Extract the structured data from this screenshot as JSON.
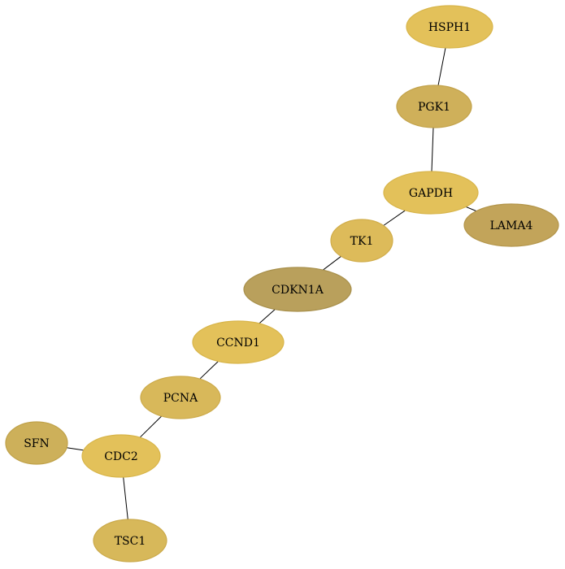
{
  "nodes": [
    {
      "id": "HSPH1",
      "label": "HSPH1",
      "fill": "#e3c15a",
      "stroke": "#d8b54a"
    },
    {
      "id": "PGK1",
      "label": "PGK1",
      "fill": "#cfb05a",
      "stroke": "#c2a24a"
    },
    {
      "id": "GAPDH",
      "label": "GAPDH",
      "fill": "#e3c15a",
      "stroke": "#d8b54a"
    },
    {
      "id": "LAMA4",
      "label": "LAMA4",
      "fill": "#c2a45a",
      "stroke": "#b3954a"
    },
    {
      "id": "TK1",
      "label": "TK1",
      "fill": "#ddbb5a",
      "stroke": "#d1ad4a"
    },
    {
      "id": "CDKN1A",
      "label": "CDKN1A",
      "fill": "#b9a05c",
      "stroke": "#a8904c"
    },
    {
      "id": "CCND1",
      "label": "CCND1",
      "fill": "#e3c15a",
      "stroke": "#d8b54a"
    },
    {
      "id": "PCNA",
      "label": "PCNA",
      "fill": "#d8b85a",
      "stroke": "#ccaa4a"
    },
    {
      "id": "SFN",
      "label": "SFN",
      "fill": "#cdb05a",
      "stroke": "#c0a24a"
    },
    {
      "id": "CDC2",
      "label": "CDC2",
      "fill": "#e3c15a",
      "stroke": "#d8b54a"
    },
    {
      "id": "TSC1",
      "label": "TSC1",
      "fill": "#d7b85a",
      "stroke": "#caa94a"
    }
  ],
  "edges": [
    [
      "HSPH1",
      "PGK1"
    ],
    [
      "PGK1",
      "GAPDH"
    ],
    [
      "GAPDH",
      "LAMA4"
    ],
    [
      "GAPDH",
      "TK1"
    ],
    [
      "TK1",
      "CDKN1A"
    ],
    [
      "CDKN1A",
      "CCND1"
    ],
    [
      "CCND1",
      "PCNA"
    ],
    [
      "PCNA",
      "CDC2"
    ],
    [
      "SFN",
      "CDC2"
    ],
    [
      "CDC2",
      "TSC1"
    ]
  ]
}
